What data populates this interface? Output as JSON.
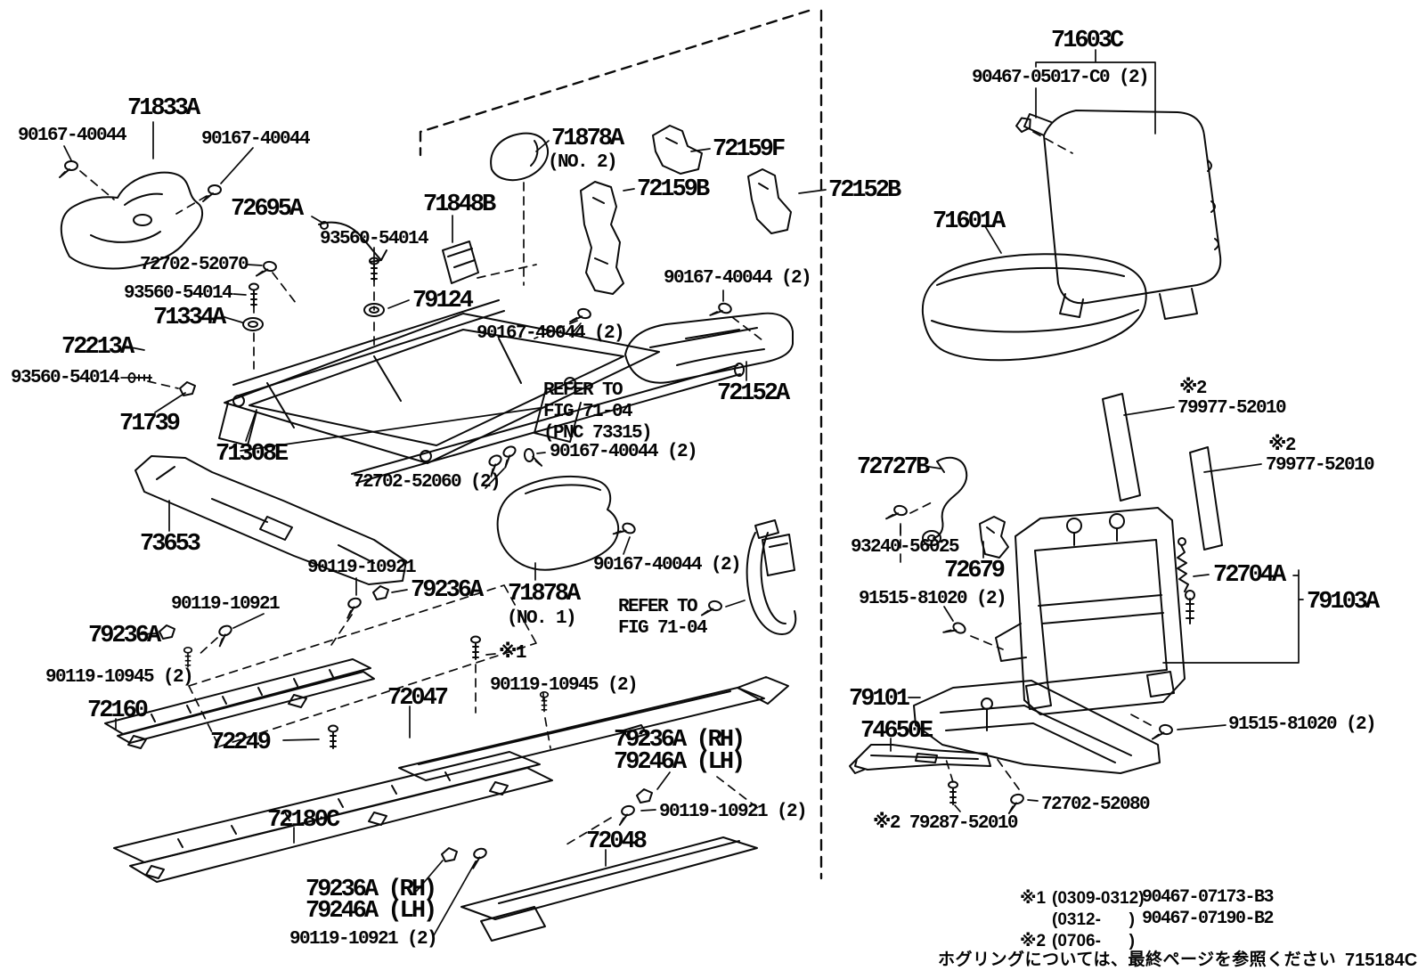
{
  "callouts": [
    {
      "text": "71833A"
    },
    {
      "text": "90167-40044"
    },
    {
      "text": "90167-40044"
    },
    {
      "text": "72695A"
    },
    {
      "text": "93560-54014"
    },
    {
      "text": "72702-52070"
    },
    {
      "text": "93560-54014"
    },
    {
      "text": "71334A"
    },
    {
      "text": "72213A"
    },
    {
      "text": "93560-54014"
    },
    {
      "text": "71739"
    },
    {
      "text": "71308E"
    },
    {
      "text": "73653"
    },
    {
      "text": "71878A"
    },
    {
      "text": "(NO. 2)"
    },
    {
      "text": "72159F"
    },
    {
      "text": "72159B"
    },
    {
      "text": "72152B"
    },
    {
      "text": "71848B"
    },
    {
      "text": "79124"
    },
    {
      "text": "90167-40044 (2)"
    },
    {
      "text": "90167-40044 (2)"
    },
    {
      "text": "REFER TO"
    },
    {
      "text": "FIG 71-04"
    },
    {
      "text": "(PNC 73315)"
    },
    {
      "text": "90167-40044 (2)"
    },
    {
      "text": "72702-52060 (2)"
    },
    {
      "text": "72152A"
    },
    {
      "text": "90167-40044 (2)"
    },
    {
      "text": "71878A"
    },
    {
      "text": "(NO. 1)"
    },
    {
      "text": "REFER TO"
    },
    {
      "text": "FIG 71-04"
    },
    {
      "text": "90119-10921"
    },
    {
      "text": "79236A"
    },
    {
      "text": "90119-10921"
    },
    {
      "text": "79236A"
    },
    {
      "text": "90119-10945 (2)"
    },
    {
      "text": "72160"
    },
    {
      "text": "72249"
    },
    {
      "text": "72047"
    },
    {
      "text": "※1"
    },
    {
      "text": "90119-10945 (2)"
    },
    {
      "text": "79236A (RH)"
    },
    {
      "text": "79246A (LH)"
    },
    {
      "text": "90119-10921 (2)"
    },
    {
      "text": "72180C"
    },
    {
      "text": "72048"
    },
    {
      "text": "79236A (RH)"
    },
    {
      "text": "79246A (LH)"
    },
    {
      "text": "90119-10921 (2)"
    },
    {
      "text": "71603C"
    },
    {
      "text": "90467-05017-C0 (2)"
    },
    {
      "text": "71601A"
    },
    {
      "text": "※2"
    },
    {
      "text": "79977-52010"
    },
    {
      "text": "※2"
    },
    {
      "text": "79977-52010"
    },
    {
      "text": "72727B"
    },
    {
      "text": "93240-56025"
    },
    {
      "text": "72679"
    },
    {
      "text": "91515-81020 (2)"
    },
    {
      "text": "72704A"
    },
    {
      "text": "79103A"
    },
    {
      "text": "79101"
    },
    {
      "text": "74650E"
    },
    {
      "text": "91515-81020 (2)"
    },
    {
      "text": "72702-52080"
    },
    {
      "text": "※2 79287-52010"
    }
  ],
  "notes": {
    "n1_mark": "※1",
    "n1_range": "(0309-0312)",
    "n1_part": "90467-07173-B3",
    "n2_range": "(0312-      )",
    "n2_part": "90467-07190-B2",
    "n3_mark": "※2",
    "n3_range": "(0706-      )",
    "hogring": "ホグリングについては、最終ページを参照ください",
    "doc_code": "715184C"
  }
}
